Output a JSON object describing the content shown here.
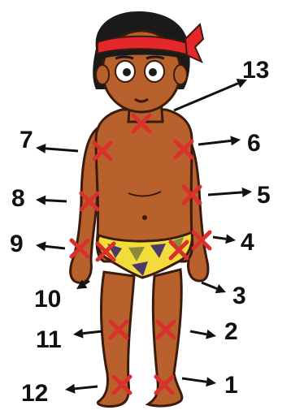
{
  "labels": [
    "1",
    "2",
    "3",
    "4",
    "5",
    "6",
    "7",
    "8",
    "9",
    "10",
    "11",
    "12",
    "13"
  ],
  "colors": {
    "skin": "#b8612c",
    "skin_outline": "#3b1c0c",
    "hair": "#1a1a1a",
    "headband": "#e5262a",
    "mark": "#d9302b",
    "arrow": "#111111",
    "loincloth_base": "#f2dc3a",
    "loincloth_dark": "#4b3b6b",
    "loincloth_olive": "#8a8a3a"
  }
}
